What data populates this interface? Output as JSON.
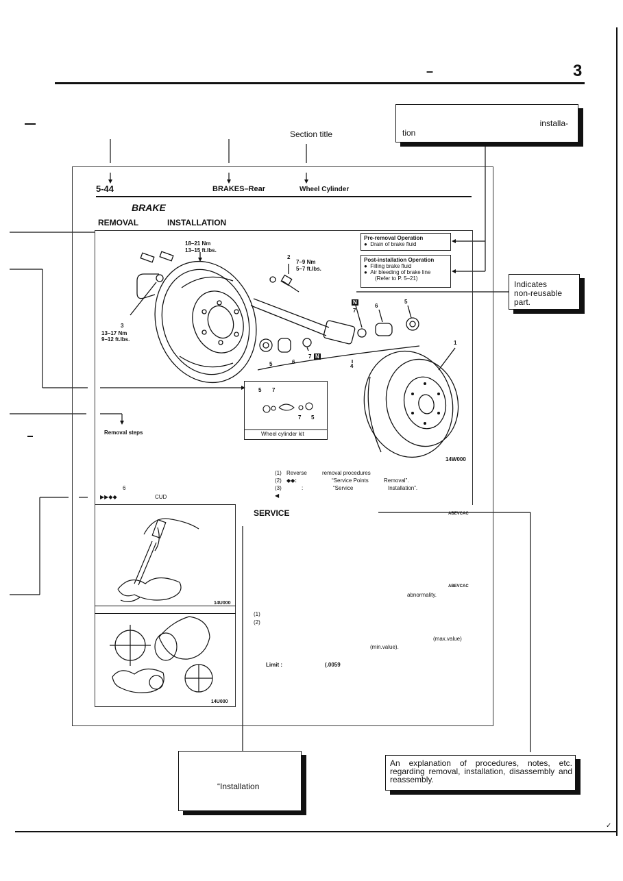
{
  "page": {
    "page_number": "3",
    "dash": "–",
    "corner_tick": "✓"
  },
  "callouts": {
    "top_right": {
      "line1": "installa-",
      "line2": "tion"
    },
    "non_reusable": {
      "line1": "Indicates",
      "line2": "non-reusable",
      "line3": "part."
    },
    "bottom_left": {
      "text": "“Installation"
    },
    "bottom_right": {
      "text": "An explanation of procedures, notes, etc. regarding removal, installation, disassembly and reassembly."
    }
  },
  "labels": {
    "section_title": "Section title"
  },
  "sample": {
    "page_ref": "5-44",
    "group": "BRAKES",
    "group_sub": "–Rear",
    "section": "Wheel Cylinder",
    "heading_main": "BRAKE",
    "heading_sub_a": "REMOVAL",
    "heading_sub_b": "INSTALLATION",
    "pre_removal": {
      "title": "Pre-removal Operation",
      "items": [
        "Drain of brake fluid"
      ]
    },
    "post_install": {
      "title": "Post-installation Operation",
      "items": [
        "Filling brake fluid",
        "Air bleeding of brake line",
        "(Refer to P. 5–21)"
      ]
    },
    "torques": {
      "t1a": "18–21 Nm",
      "t1b": "13–15 ft.lbs.",
      "t2n": "2",
      "t2a": "7–9 Nm",
      "t2b": "5–7 ft.lbs.",
      "t3n": "3",
      "t3a": "13–17 Nm",
      "t3b": "9–12 ft.lbs."
    },
    "parts": {
      "n": "N",
      "p7": "7",
      "p6": "6",
      "p5": "5",
      "p1": "1",
      "p4": "4",
      "l5": "5",
      "l6": "6",
      "l7": "7",
      "kn": "N"
    },
    "kit": {
      "label": "Wheel cylinder kit",
      "a": "5",
      "b": "7",
      "c": "7",
      "d": "5"
    },
    "fig_code_1": "14W000",
    "removal_steps": "Removal steps",
    "notes": {
      "n1a": "(1)",
      "n1b": "Reverse",
      "n1c": "removal procedures",
      "n2a": "(2)",
      "n2b": "◆◆:",
      "n2c": "“Service Points",
      "n2d": "Removal”.",
      "n3a": "(3)",
      "n3b": ":",
      "n3c": "“Service",
      "n3d": "Installation”."
    },
    "steps_left": {
      "six": "6",
      "icons": "▶▶◆◆",
      "cuo": "CUD",
      "bracket": "◀"
    },
    "service": {
      "title": "SERVICE",
      "code_a": "ABEVCAC",
      "code_b": "ABEVCAC",
      "abnormality": "abnormality.",
      "i1": "(1)",
      "i2": "(2)",
      "max": "(max.value)",
      "min": "(min.value).",
      "limit_label": "Limit :",
      "limit_value": "(.0059",
      "fig_code_2": "14U000",
      "fig_code_top": "14U000"
    }
  }
}
